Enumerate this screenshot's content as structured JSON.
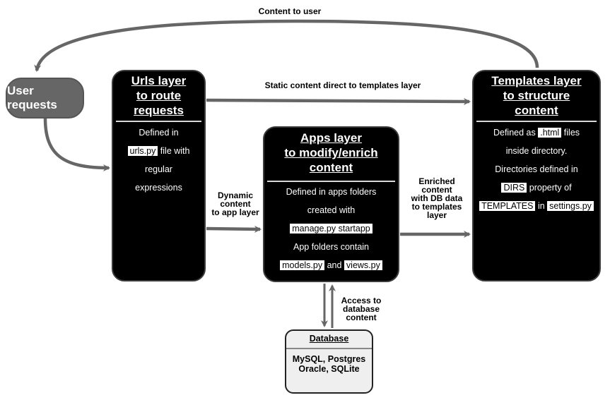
{
  "edge_labels": {
    "content_to_user": "Content to user",
    "static_content": "Static content direct to templates layer",
    "dynamic_content": [
      "Dynamic",
      "content",
      "to app layer"
    ],
    "enriched_content": [
      "Enriched",
      "content",
      "with DB data",
      "to templates",
      "layer"
    ],
    "access_db": [
      "Access to",
      "database",
      "content"
    ]
  },
  "user_requests": {
    "label": "User requests"
  },
  "urls_layer": {
    "title": [
      "Urls layer",
      "to route",
      "requests"
    ],
    "lines": [
      {
        "pre": "Defined in",
        "code": "",
        "post": ""
      },
      {
        "pre": "",
        "code": "urls.py",
        "post": " file with"
      },
      {
        "pre": "regular",
        "code": "",
        "post": ""
      },
      {
        "pre": "expressions",
        "code": "",
        "post": ""
      }
    ]
  },
  "apps_layer": {
    "title": [
      "Apps layer",
      "to modify/enrich",
      "content"
    ],
    "lines": [
      {
        "pre": "Defined in apps folders",
        "code": "",
        "post": ""
      },
      {
        "pre": "created with",
        "code": "",
        "post": ""
      },
      {
        "pre": "",
        "code": "manage.py startapp",
        "post": ""
      },
      {
        "pre": "App folders contain",
        "code": "",
        "post": ""
      }
    ],
    "last_line": {
      "code1": "models.py",
      "mid": " and ",
      "code2": "views.py"
    }
  },
  "templates_layer": {
    "title": [
      "Templates layer",
      "to structure",
      "content"
    ],
    "lines": [
      {
        "pre": "Defined as ",
        "code": ".html",
        "post": " files"
      },
      {
        "pre": "inside directory.",
        "code": "",
        "post": ""
      },
      {
        "pre": "Directories  defined in",
        "code": "",
        "post": ""
      },
      {
        "pre": "",
        "code": "DIRS",
        "post": " property of"
      }
    ],
    "last_line": {
      "code1": "TEMPLATES",
      "mid": " in ",
      "code2": "settings.py"
    }
  },
  "database": {
    "title": "Database",
    "lines": [
      "MySQL, Postgres",
      "Oracle, SQLite"
    ]
  }
}
